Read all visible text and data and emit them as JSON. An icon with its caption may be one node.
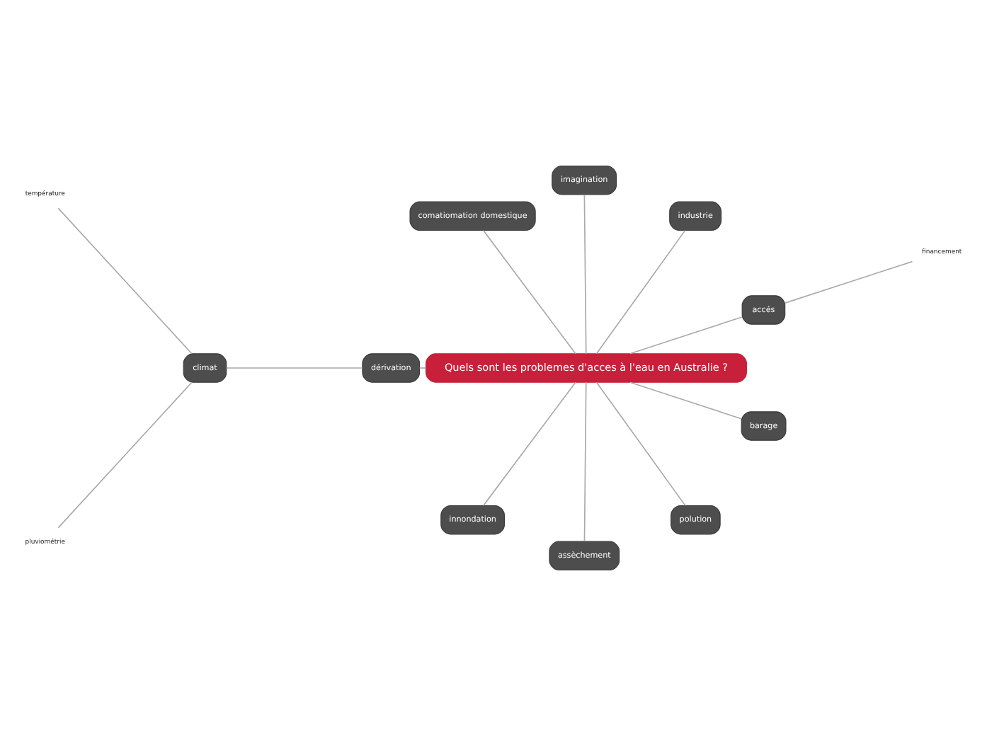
{
  "diagram": {
    "nodes": [
      {
        "text": [
          "Quels sont les problemes d'acces à l'eau en Australie ?"
        ]
      },
      {
        "text": [
          "accés"
        ]
      },
      {
        "text": [
          "financement"
        ]
      },
      {
        "text": [
          "industrie"
        ]
      },
      {
        "text": [
          "imagination"
        ]
      },
      {
        "text": [
          "comatiomation domestique"
        ]
      },
      {
        "text": [
          "dérivation"
        ]
      },
      {
        "text": [
          "climat"
        ]
      },
      {
        "text": [
          "température"
        ]
      },
      {
        "text": [
          "pluviométrie"
        ]
      },
      {
        "text": [
          "innondation"
        ]
      },
      {
        "text": [
          "assèchement"
        ]
      },
      {
        "text": [
          "polution"
        ]
      },
      {
        "text": [
          "barage"
        ]
      }
    ],
    "edges": [
      {
        "from": 0,
        "to": 1,
        "arrow": "none"
      },
      {
        "from": 1,
        "to": 2,
        "arrow": "none"
      },
      {
        "from": 0,
        "to": 3,
        "arrow": "none"
      },
      {
        "from": 0,
        "to": 4,
        "arrow": "none"
      },
      {
        "from": 0,
        "to": 5,
        "arrow": "none"
      },
      {
        "from": 0,
        "to": 6,
        "arrow": "none"
      },
      {
        "from": 6,
        "to": 7,
        "arrow": "none"
      },
      {
        "from": 7,
        "to": 8,
        "arrow": "none"
      },
      {
        "from": 7,
        "to": 9,
        "arrow": "none"
      },
      {
        "from": 0,
        "to": 10,
        "arrow": "none"
      },
      {
        "from": 0,
        "to": 11,
        "arrow": "none"
      },
      {
        "from": 0,
        "to": 12,
        "arrow": "none"
      },
      {
        "from": 0,
        "to": 13,
        "arrow": "none"
      }
    ]
  }
}
